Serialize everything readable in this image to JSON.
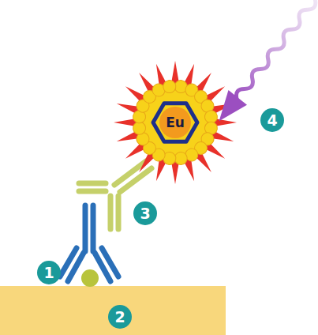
{
  "diagram": {
    "labels": [
      "1",
      "2",
      "3",
      "4",
      "Eu"
    ]
  }
}
